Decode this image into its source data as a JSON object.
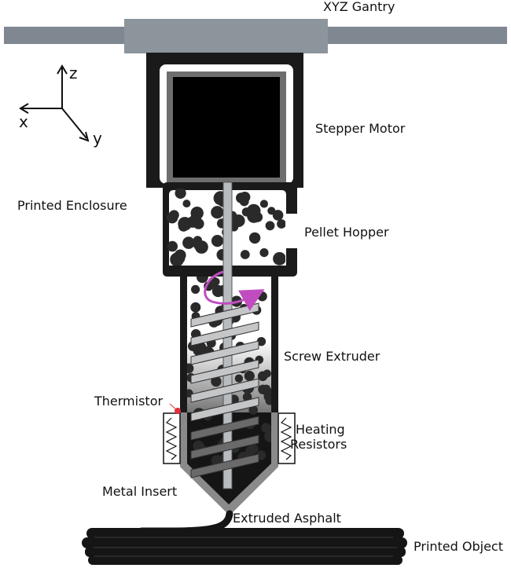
{
  "labels": {
    "gantry": "XYZ Gantry",
    "stepper_motor": "Stepper Motor",
    "printed_enclosure": "Printed Enclosure",
    "pellet_hopper": "Pellet Hopper",
    "screw_extruder": "Screw Extruder",
    "thermistor": "Thermistor",
    "heating_resistors_1": "Heating",
    "heating_resistors_2": "Resistors",
    "metal_insert": "Metal Insert",
    "extruded_asphalt": "Extruded Asphalt",
    "printed_object": "Printed Object"
  },
  "axes": {
    "z": "z",
    "x": "x",
    "y": "y"
  },
  "colors": {
    "gantry": "#7f8890",
    "enclosure": "#1a1a1a",
    "motor_face": "#000000",
    "shaft": "#b9bcbf",
    "pellet": "#2a2a2a",
    "rotation_arrow": "#c04cc0",
    "thermistor": "#e0303a",
    "printed_object": "#151515"
  }
}
